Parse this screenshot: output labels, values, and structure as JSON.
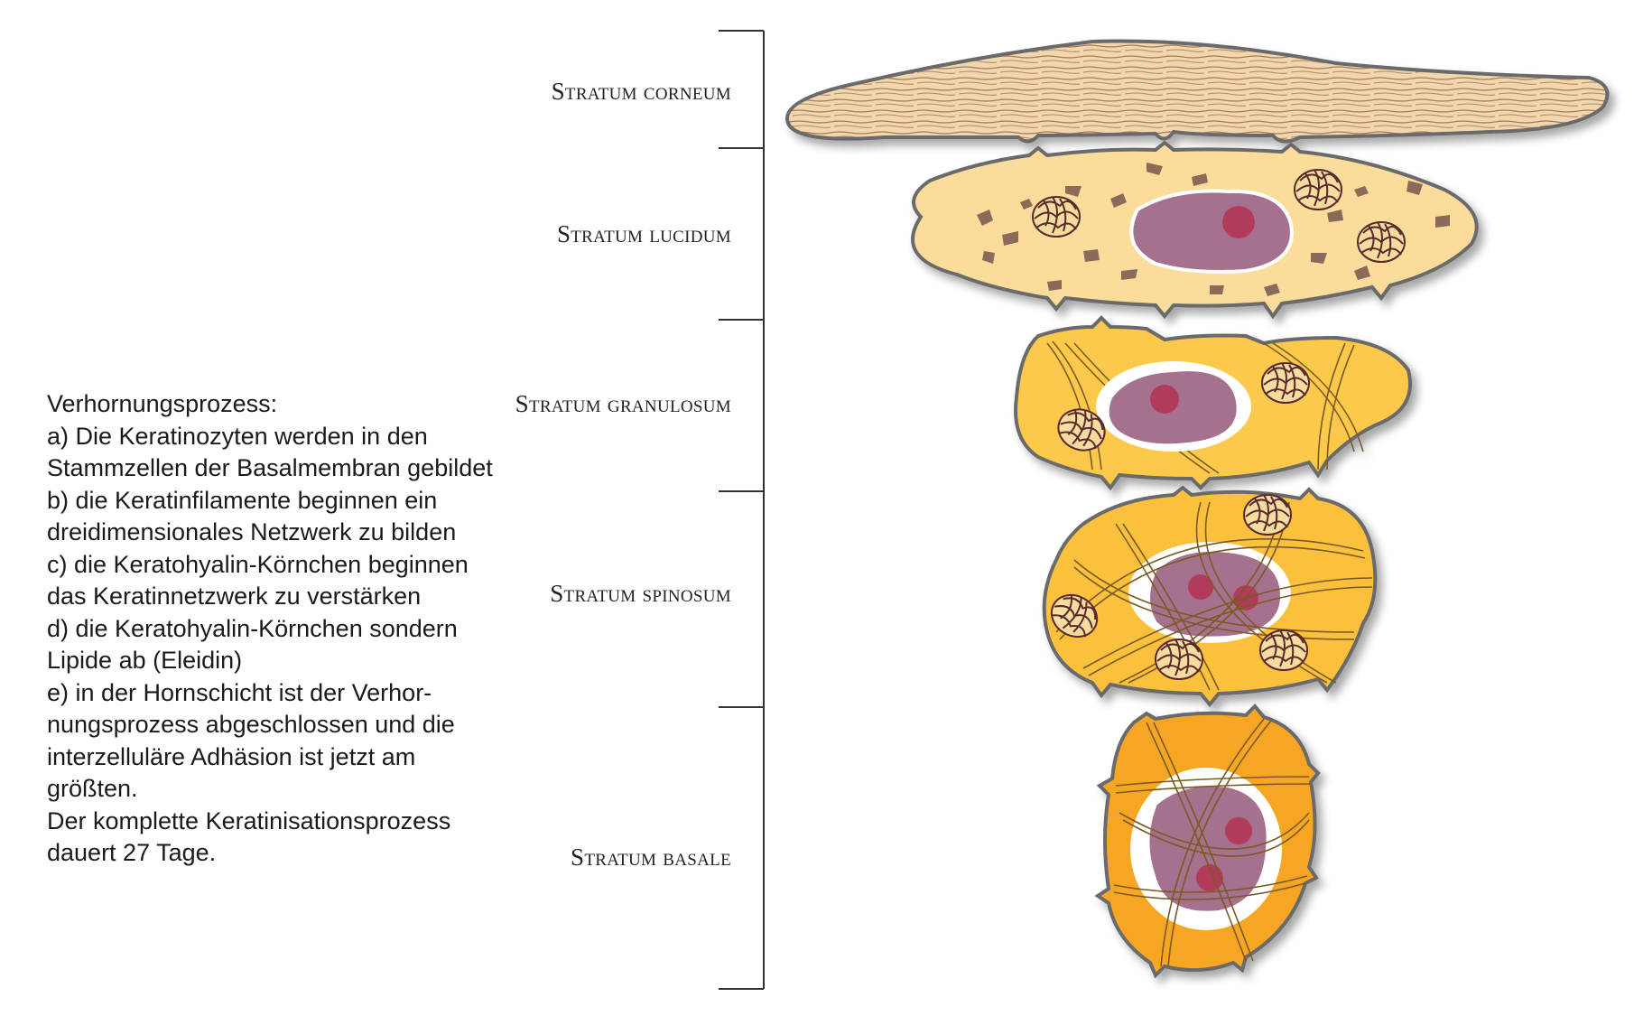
{
  "layers": [
    {
      "name": "Stratum corneum"
    },
    {
      "name": "Stratum lucidum"
    },
    {
      "name": "Stratum granulosum"
    },
    {
      "name": "Stratum spinosum"
    },
    {
      "name": "Stratum basale"
    }
  ],
  "description": {
    "lines": [
      "Verhornungsprozess:",
      "a) Die Keratinozyten werden in den",
      "Stammzellen der Basalmembran gebildet",
      "b) die Keratinfilamente beginnen ein",
      "dreidimensionales Netzwerk zu bilden",
      "c) die Keratohyalin-Körnchen beginnen",
      "das Keratinnetzwerk zu verstärken",
      "d) die Keratohyalin-Körnchen sondern",
      "Lipide ab (Eleidin)",
      "e) in der Hornschicht ist der Verhor-",
      "nungsprozess abgeschlossen und die",
      "interzelluläre Adhäsion ist jetzt am",
      "größten.",
      "Der komplette Keratinisationsprozess",
      "dauert 27 Tage."
    ]
  },
  "colors": {
    "corneum": "#f2d6b0",
    "lucidum": "#fbdc9a",
    "granulosum": "#fcc94c",
    "spinosum": "#fbc13e",
    "basale": "#f6a623",
    "nucleus": "#a6708f",
    "nucleolus": "#b23a5b",
    "granule": "#8a6a58"
  }
}
